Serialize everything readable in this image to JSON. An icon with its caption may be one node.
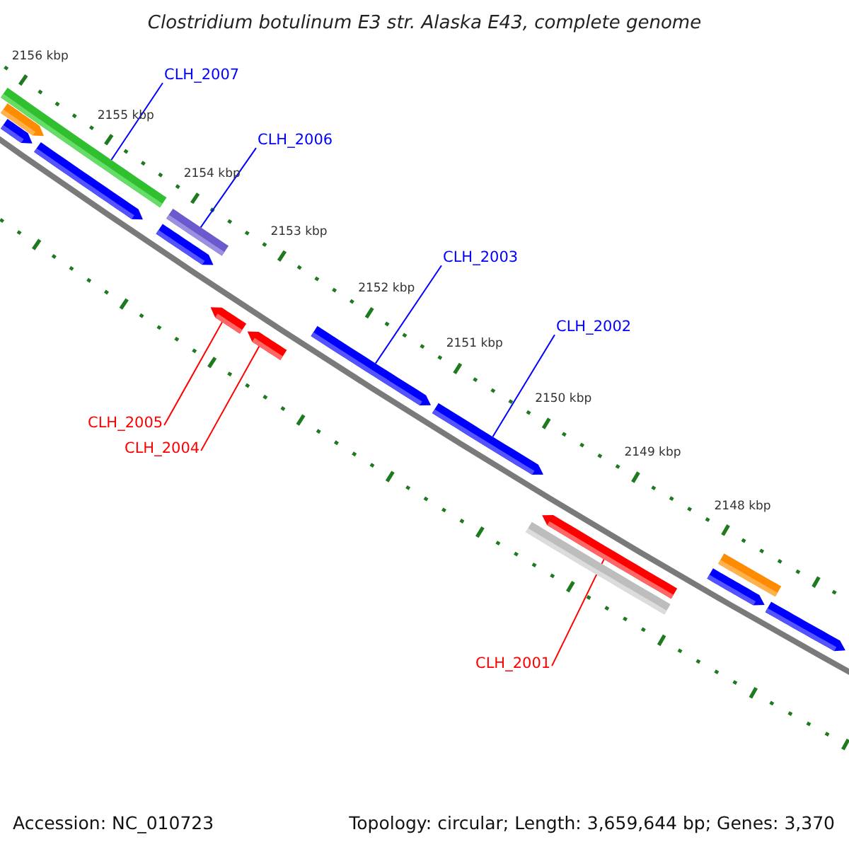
{
  "diagram": {
    "title": "Clostridium botulinum E3 str. Alaska E43, complete genome",
    "nodes": [
      {
        "text": [
          "CLH_2007"
        ]
      },
      {
        "text": [
          "CLH_2006"
        ]
      },
      {
        "text": [
          "CLH_2003"
        ]
      },
      {
        "text": [
          "CLH_2002"
        ]
      },
      {
        "text": [
          "CLH_2005"
        ]
      },
      {
        "text": [
          "CLH_2004"
        ]
      },
      {
        "text": [
          "CLH_2001"
        ]
      },
      {
        "text": [],
        "shape": "bar"
      },
      {
        "text": [],
        "shape": "bar"
      },
      {
        "text": [],
        "shape": "bar"
      },
      {
        "text": [],
        "shape": "bar"
      },
      {
        "text": [],
        "shape": "bar"
      },
      {
        "text": [],
        "shape": "bar"
      },
      {
        "text": [],
        "shape": "bar"
      },
      {
        "text": [],
        "shape": "bar"
      },
      {
        "text": [],
        "shape": "bar"
      },
      {
        "text": [],
        "shape": "bar"
      },
      {
        "text": [],
        "shape": "bar"
      },
      {
        "text": [],
        "shape": "bar"
      },
      {
        "text": [],
        "shape": "bar"
      },
      {
        "text": [],
        "shape": "bar"
      },
      {
        "text": [],
        "shape": "bar"
      }
    ],
    "edges": [
      {
        "from": 0,
        "to": 8,
        "arrow": "none"
      },
      {
        "from": 1,
        "to": 11,
        "arrow": "none"
      },
      {
        "from": 2,
        "to": 15,
        "arrow": "none"
      },
      {
        "from": 3,
        "to": 16,
        "arrow": "none"
      },
      {
        "from": 4,
        "to": 13,
        "arrow": "none",
        "color": "#ff0000"
      },
      {
        "from": 5,
        "to": 14,
        "arrow": "none",
        "color": "#ff0000"
      },
      {
        "from": 6,
        "to": 18,
        "arrow": "none",
        "color": "#ff0000"
      }
    ],
    "labels": [
      "2156 kbp",
      "2155 kbp",
      "2154 kbp",
      "2153 kbp",
      "2152 kbp",
      "2151 kbp",
      "2150 kbp",
      "2149 kbp",
      "2148 kbp",
      "Accession: NC_010723",
      "Topology: circular; Length: 3,659,644 bp; Genes: 3,370"
    ]
  }
}
